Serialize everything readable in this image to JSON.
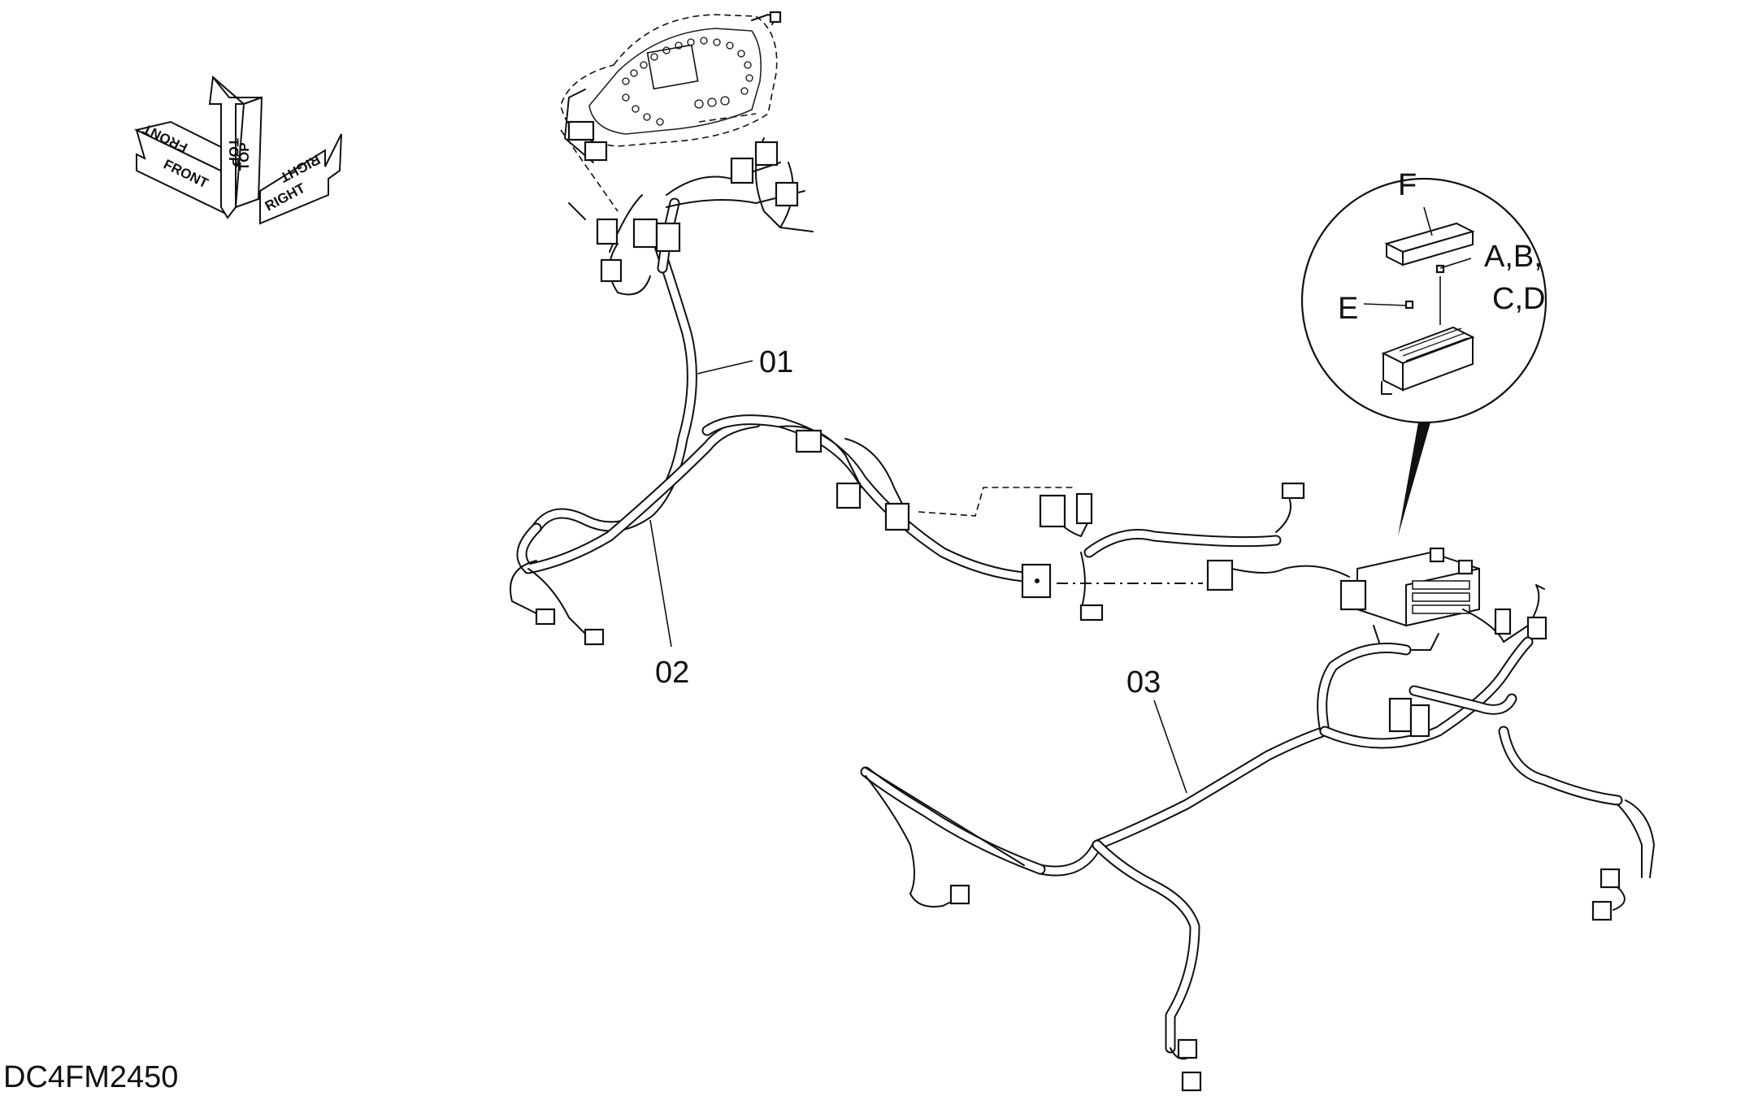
{
  "diagram_code": "DC4FM2450",
  "orientation": {
    "front": "FRONT",
    "top": "TOP",
    "right": "RIGHT"
  },
  "callouts": {
    "harness_01": "01",
    "harness_02": "02",
    "harness_03": "03"
  },
  "detail": {
    "f": "F",
    "abcd_line1": "A,B,",
    "abcd_line2": "C,D",
    "e": "E"
  }
}
